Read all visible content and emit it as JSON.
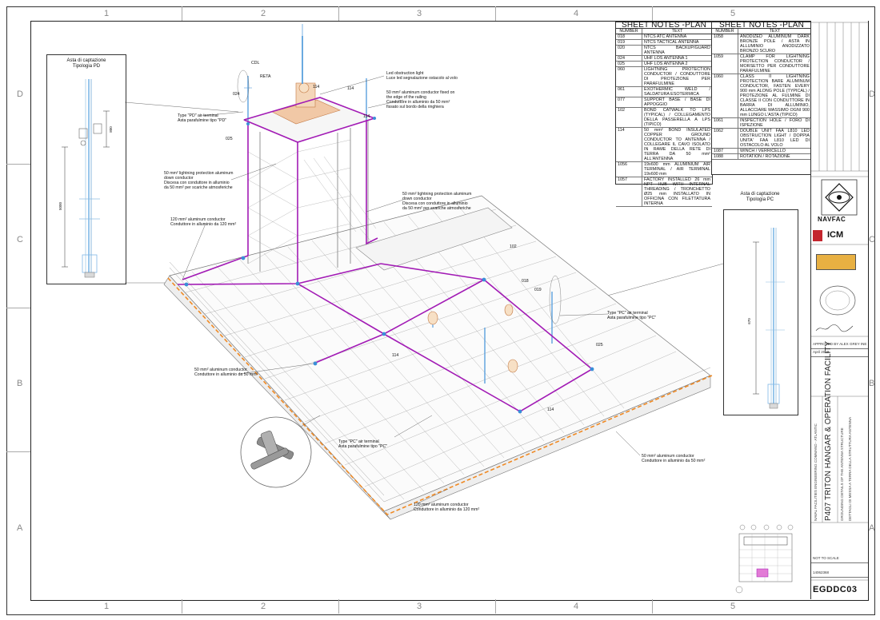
{
  "grid": {
    "cols": [
      "1",
      "2",
      "3",
      "4",
      "5"
    ],
    "rows": [
      "D",
      "C",
      "B",
      "A"
    ]
  },
  "detail_pd": {
    "caption_line1": "Asta di captazione",
    "caption_line2": "Tipologia PD",
    "dim_a": "800",
    "dim_b": "5000"
  },
  "detail_pc": {
    "caption_line1": "Asta di captazione",
    "caption_line2": "Tipologia PC",
    "dim_a": "670"
  },
  "callouts": {
    "c024_top": "024",
    "c025": "025",
    "c114_a": "114",
    "c114_b": "114",
    "c114_c": "114",
    "c114_d": "114",
    "c114_e": "114",
    "c102": "102",
    "c018": "018",
    "c019": "019",
    "c025_b": "025",
    "cdl": "CDL",
    "reta": "RETA"
  },
  "labels": {
    "led_en": "Led obstruction light",
    "led_it": "Luce led segnalazione ostacolo al volo",
    "alu50_edge_en": "50 mm² aluminum conductor fixed on",
    "alu50_edge_en2": "the edge of the railing",
    "alu50_edge_it": "Conduttore in alluminio da 50 mm²",
    "alu50_edge_it2": "fissato sul bordo della ringhiera",
    "pd_en": "Type \"PD\" air terminal",
    "pd_it": "Asta parafulmine tipo \"PD\"",
    "down1_en": "50 mm² lightning protection aluminum",
    "down1_en2": "down conductor",
    "down1_it": "Discesa con conduttore in alluminio",
    "down1_it2": "da 50 mm² per scariche atmosferiche",
    "down2_en": "50 mm² lightning protection aluminum",
    "down2_en2": "down conductor",
    "down2_it": "Discesa con conduttore in alluminio",
    "down2_it2": "da 50 mm² per scariche atmosferiche",
    "alu120_a_en": "120 mm² aluminum conductor",
    "alu120_a_it": "Conduttore in alluminio da 120 mm²",
    "pc_a_en": "Type \"PC\" air terminal",
    "pc_a_it": "Asta parafulmine tipo \"PC\"",
    "alu50_b_en": "50 mm² aluminum conductor",
    "alu50_b_it": "Conduttore in alluminio da 50 mm²",
    "pc_b_en": "Type \"PC\" air terminal",
    "pc_b_it": "Asta parafulmine tipo \"PC\"",
    "alu50_c_en": "50 mm² aluminum conductor",
    "alu50_c_it": "Conduttore in alluminio da 50 mm²",
    "alu120_b_en": "120 mm² aluminum conductor",
    "alu120_b_it": "Conduttore in alluminio da 120 mm²"
  },
  "notes_left": {
    "title": "SHEET NOTES -PLAN",
    "col_number": "NUMBER",
    "col_text": "TEXT",
    "rows": [
      {
        "num": "018",
        "text": "NTCS ATC ANTENNA"
      },
      {
        "num": "019",
        "text": "NTCS TACTICAL ANTENNA"
      },
      {
        "num": "020",
        "text": "NTCS BACKUP/GUARD ANTENNA"
      },
      {
        "num": "024",
        "text": "UHF LOS ANTENNA 1"
      },
      {
        "num": "025",
        "text": "UHF LOS ANTENNA 2"
      },
      {
        "num": "060",
        "text": "LIGHTNING PROTECTION CONDUCTOR / CONDUTTORE DI PROTEZIONE PER PARAFULMINE"
      },
      {
        "num": "061",
        "text": "EXOTHERMIC WELD / SALDATURA ESOTERMICA"
      },
      {
        "num": "077",
        "text": "SUPPORT BASE / BASE DI APPOGGIO"
      },
      {
        "num": "102",
        "text": "BOND CATWALK TO LPS (TYPICAL) / COLLEGAMENTO DELLA PASSERELLA A LPS (TIPICO)"
      },
      {
        "num": "114",
        "text": "50 mm² BOND INSULATED COPPER GROUND CONDUCTOR TO ANTENNA / COLLEGARE IL CAVO ISOLATO IN RAME DELLA RETE DI TERRA DA 50 mm² ALL'ANTENNA"
      },
      {
        "num": "1056",
        "text": "19x600 mm ALUMINIUM AIR TERMINAL / AIR TERMINAL 19x600 mm"
      },
      {
        "num": "1057",
        "text": "FACTORY INSTALLED 26 mm NPT HUB WITH INTERNAL THREADING / TRONCHETTO Ø25 mm INSTALLATO IN OFFICINA CON FILETTATURA INTERNA"
      }
    ]
  },
  "notes_right": {
    "title": "SHEET NOTES -PLAN",
    "col_number": "NUMBER",
    "col_text": "TEXT",
    "rows": [
      {
        "num": "1058",
        "text": "ANODIZED ALUMINUM DARK BRONZE POLE / ASTA IN ALLUMINIO ANODIZZATO BRONZO SCURO"
      },
      {
        "num": "1059",
        "text": "CLAMP FOR LIGHTNING PROTECTION CONDUCTOR / MORSETTO PER CONDUTTORE PARAFULMINE"
      },
      {
        "num": "1060",
        "text": "CLASS II LIGHTNING PROTECTION BARE ALUMINUM CONDUCTOR, FASTEN EVERY 900 mm ALONG POLE (TYPICAL) / PROTEZIONE AL FULMINE DI CLASSE II CON CONDUTTORE IN BARRA DI ALLUMINIO, ALLACCIARE MASSIMO OGNI 900 mm LUNGO L'ASTA (TIPICO)"
      },
      {
        "num": "1061",
        "text": "INSPECTION HOLE / FORO DI ISPEZIONE"
      },
      {
        "num": "1062",
        "text": "DOUBLE UNIT FAA L810 LED OBSTRUCTION LIGHT / DOPPIA UNITA' FAA L810 LED DI OSTACOLO AL VOLO"
      },
      {
        "num": "1087",
        "text": "WINCH / VERRICELLO"
      },
      {
        "num": "1088",
        "text": "ROTATION / ROTAZIONE"
      }
    ]
  },
  "title_block": {
    "org_line": "NAVAL FACILITIES ENGINEERING COMMAND - ATLANTIC",
    "project": "P407 TRITON HANGAR & OPERATION FACILITY",
    "sheet_title_1": "GROUNDING DETAILS OF THE ANTENNA STRUCTURE",
    "sheet_title_2": "DETTAGLI DI MESSA A TERRA DELLA STRUTTURA ANTENNA",
    "scale": "NOT TO SCALE",
    "sheet_no": "EGDDC03",
    "approved": "APPROVED BY ALEX GREY INE",
    "date": "April 2019",
    "code": "14062368",
    "navfac": "NAVFAC",
    "icm": "ICM"
  }
}
